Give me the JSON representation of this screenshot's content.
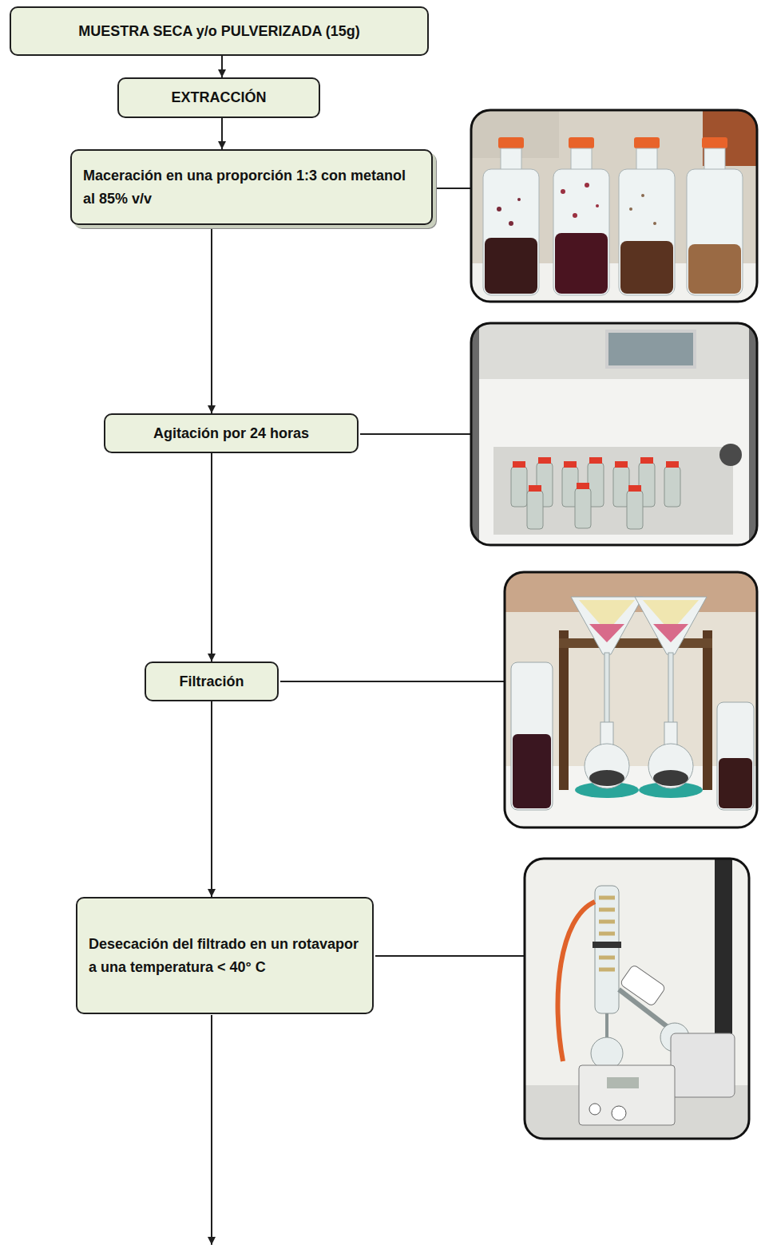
{
  "diagram": {
    "nodes": [
      {
        "text": [
          "MUESTRA SECA y/o PULVERIZADA (15g)"
        ]
      },
      {
        "text": [
          "EXTRACCIÓN"
        ]
      },
      {
        "text": [
          "Maceración en una proporción 1:3 con metanol al 85% v/v"
        ]
      },
      {
        "text": [
          "Agitación por 24 horas"
        ]
      },
      {
        "text": [
          "Filtración"
        ]
      },
      {
        "text": [
          "Desecación del filtrado en un rotavapor a una temperatura < 40° C"
        ]
      }
    ],
    "edges": [
      {
        "from": 0,
        "to": 1,
        "arrow": "to"
      },
      {
        "from": 1,
        "to": 2,
        "arrow": "to"
      },
      {
        "from": 2,
        "to": 3,
        "arrow": "to"
      },
      {
        "from": 3,
        "to": 4,
        "arrow": "to"
      },
      {
        "from": 4,
        "to": 5,
        "arrow": "to"
      }
    ]
  }
}
